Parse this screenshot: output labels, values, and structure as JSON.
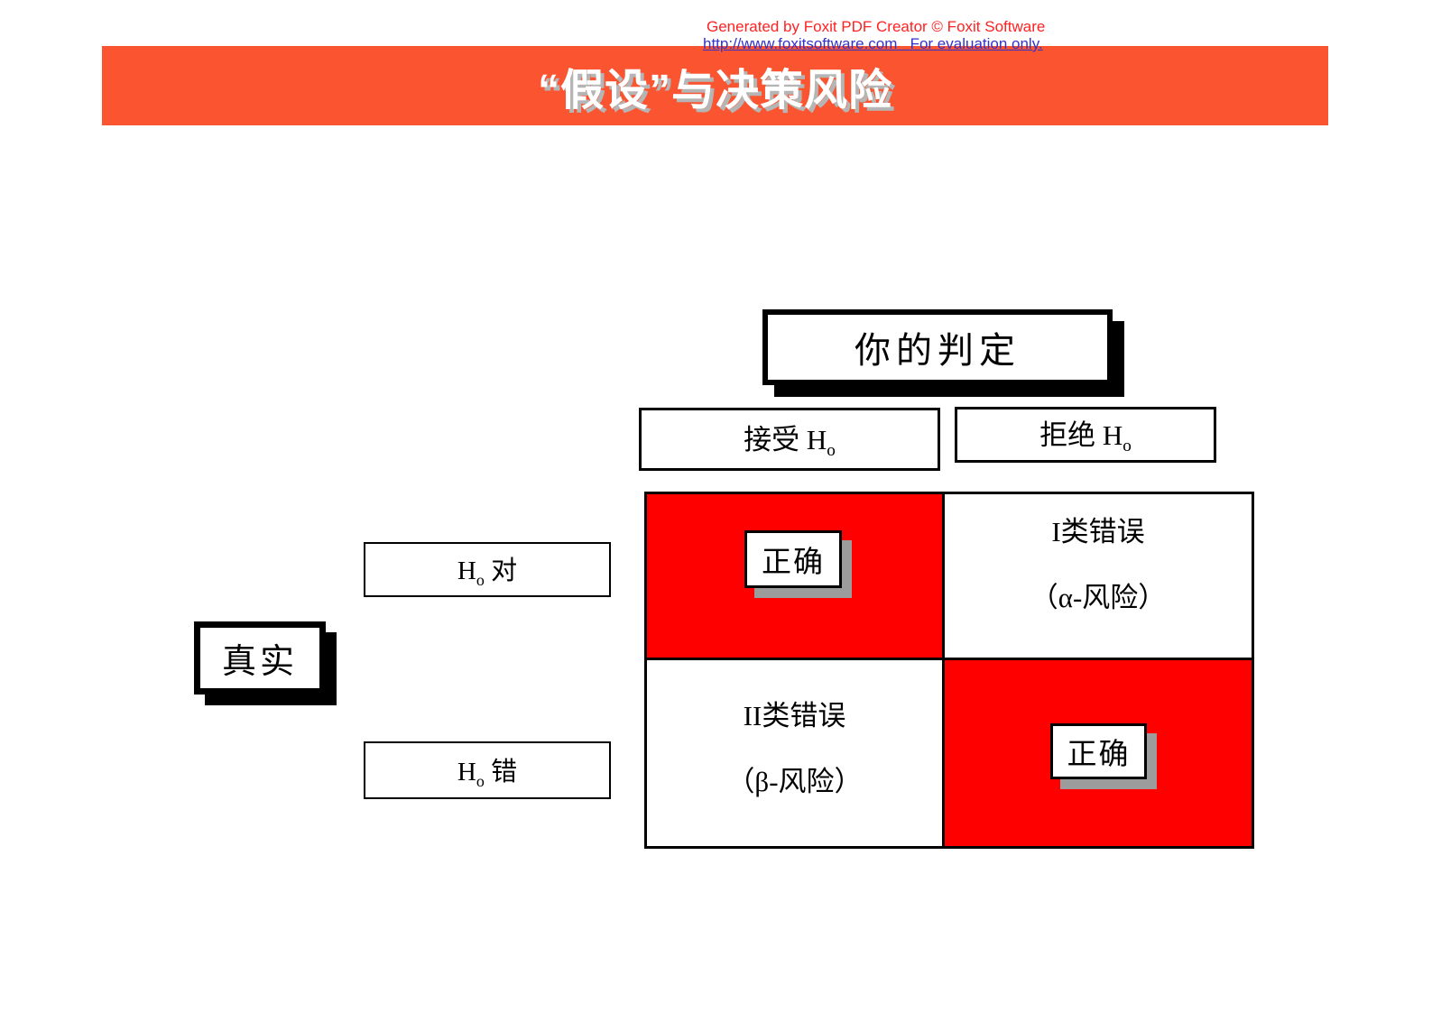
{
  "watermark": {
    "line1": "Generated by Foxit PDF Creator © Foxit Software",
    "line2": "http://www.foxitsoftware.com   For evaluation only.",
    "line1_color": "#FF2222",
    "line2_color": "#3333CC"
  },
  "banner": {
    "title": "“假设”与决策风险",
    "bg_color": "#FA5430",
    "text_color": "#FFFFFF"
  },
  "diagram": {
    "decision_header": "你的判定",
    "truth_header": "真实",
    "columns": [
      {
        "text": "接受 H",
        "sub": "o"
      },
      {
        "text": "拒绝 H",
        "sub": "o"
      }
    ],
    "rows": [
      {
        "text": "H",
        "sub": "o",
        "suffix": " 对"
      },
      {
        "text": "H",
        "sub": "o",
        "suffix": " 错"
      }
    ],
    "cells": {
      "top_left": {
        "label": "正确"
      },
      "top_right": {
        "line1": "I类错误",
        "line2": "（α-风险）"
      },
      "bottom_left": {
        "line1": "II类错误",
        "line2": "（β-风险）"
      },
      "bottom_right": {
        "label": "正确"
      }
    },
    "colors": {
      "correct_cell_red": "#FE0000",
      "badge_shadow_gray": "#9C9C9C",
      "border_black": "#000000"
    }
  }
}
